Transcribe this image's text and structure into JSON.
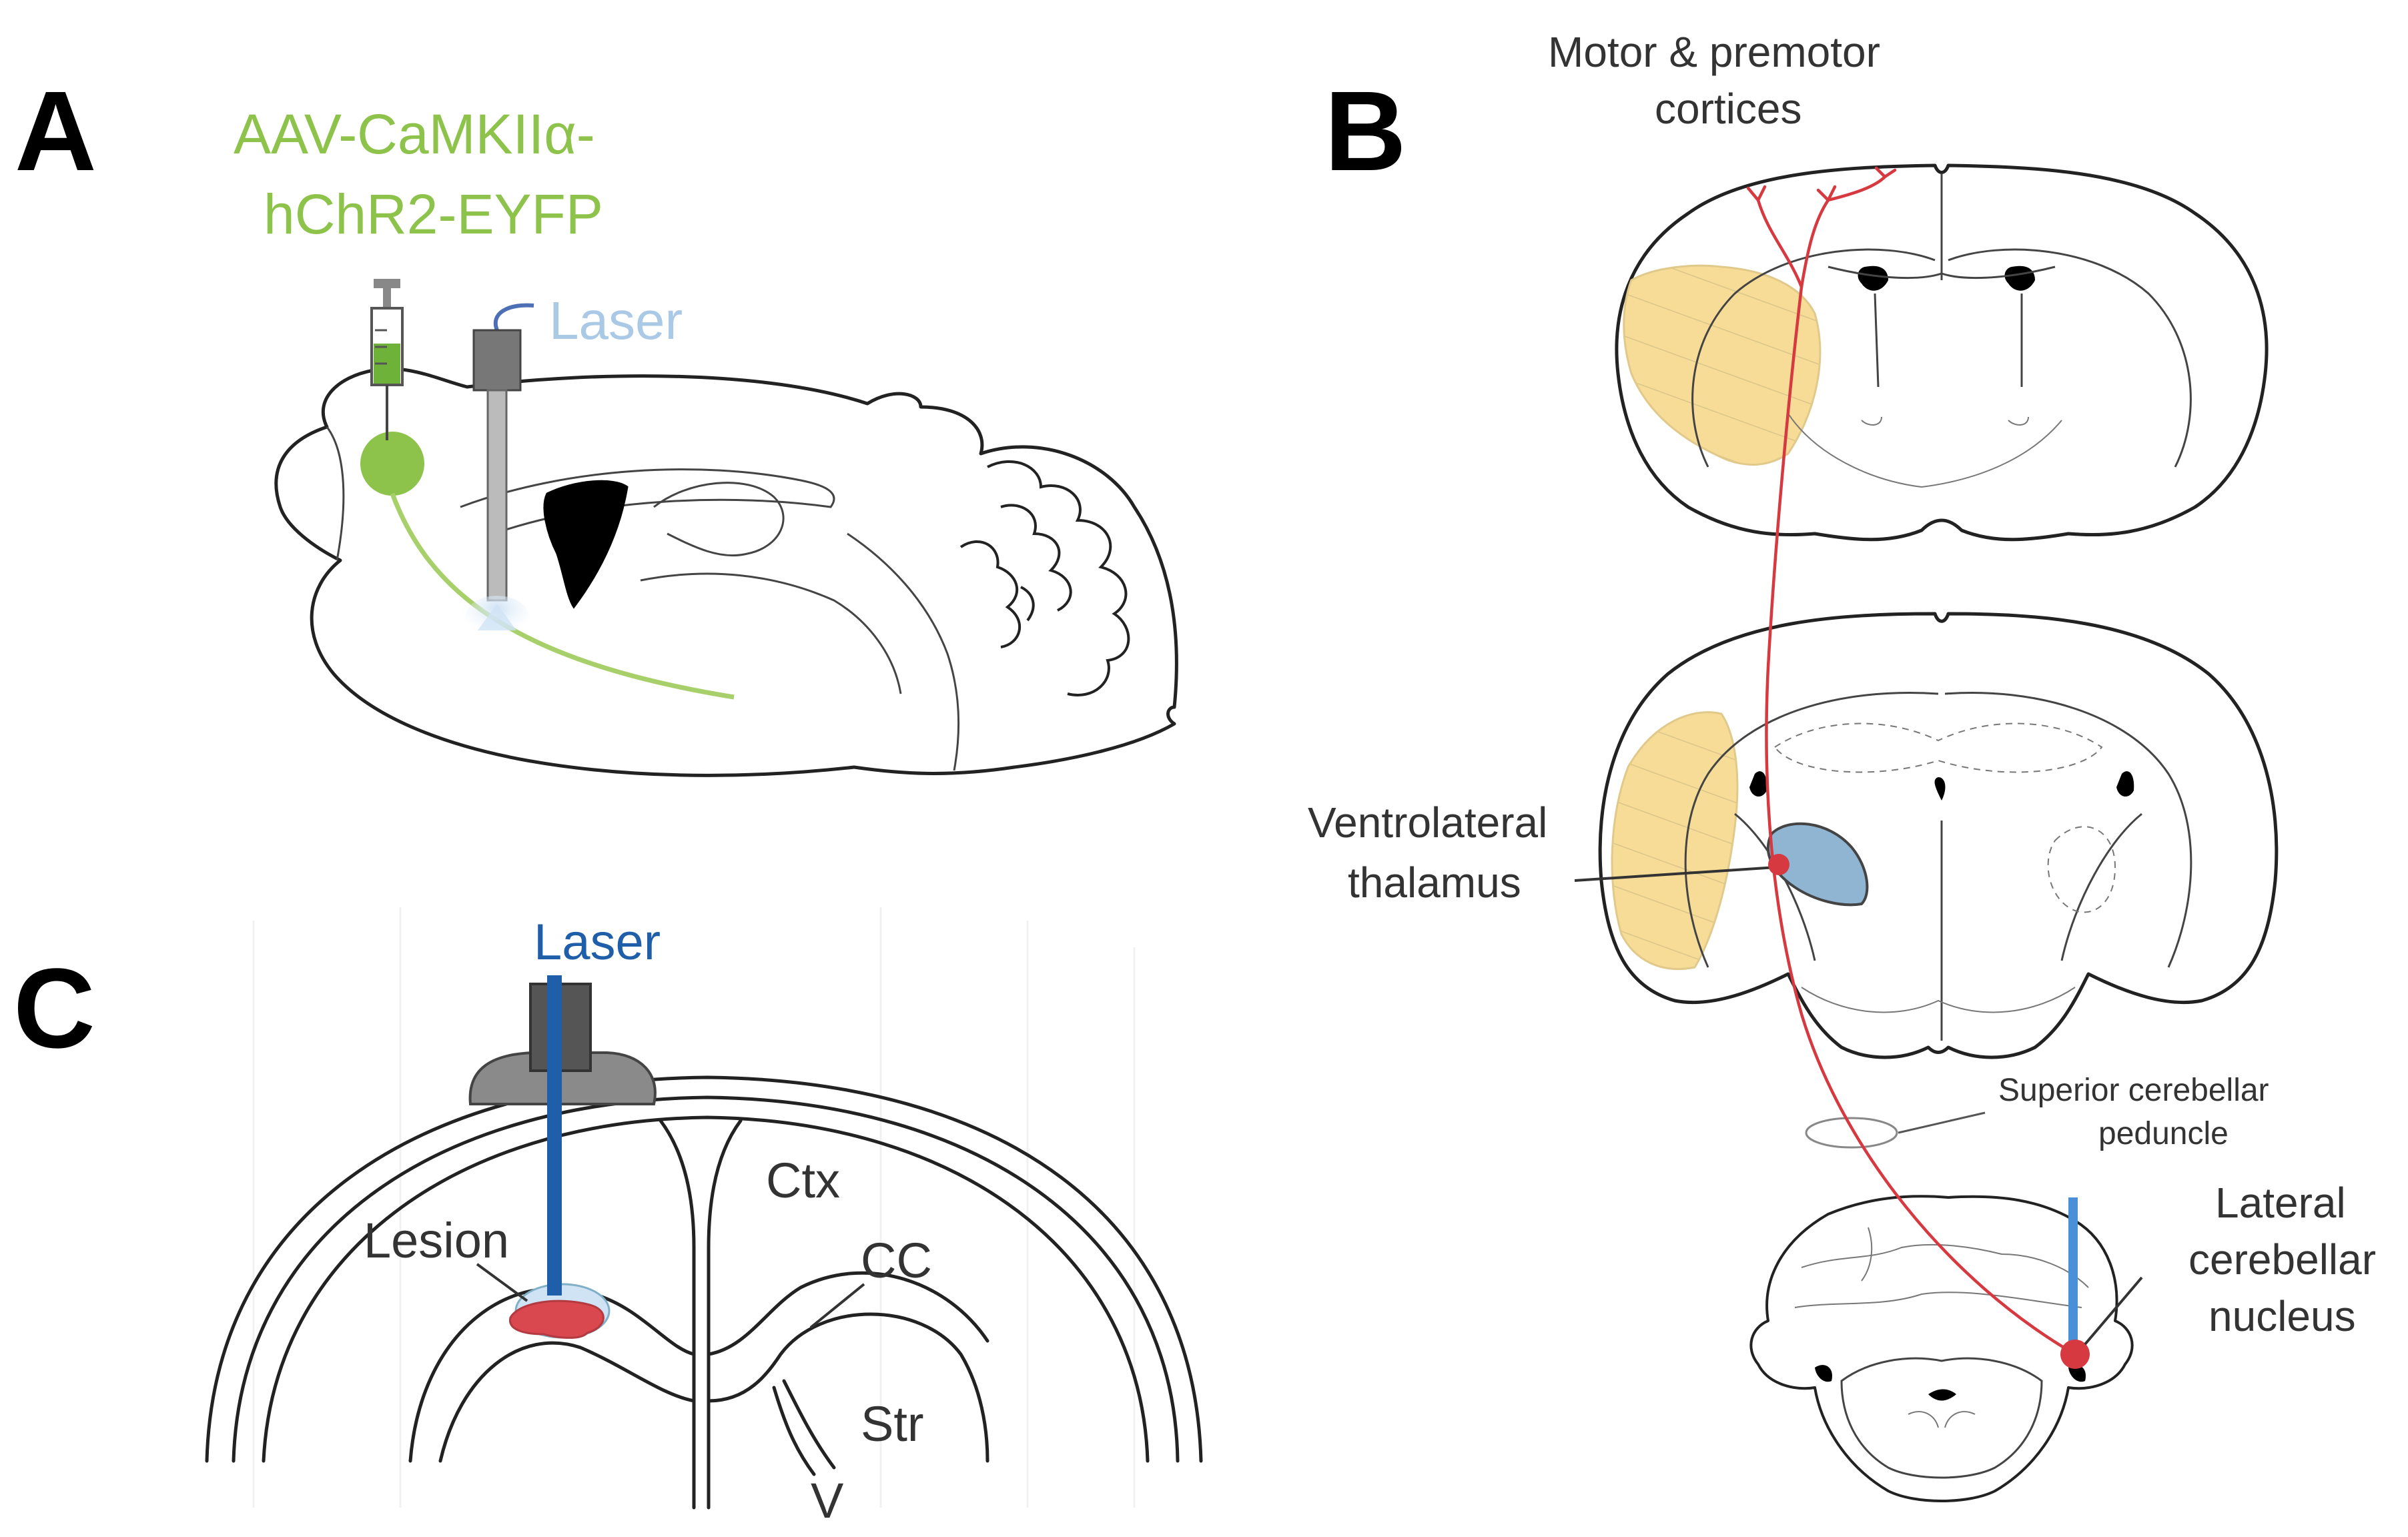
{
  "panels": {
    "a": {
      "letter": "A",
      "virus_line1": "AAV-CaMKIIα-",
      "virus_line2": "hChR2-EYFP",
      "laser": "Laser"
    },
    "b": {
      "letter": "B",
      "cortex_line1": "Motor & premotor",
      "cortex_line2": "cortices",
      "thalamus_line1": "Ventrolateral",
      "thalamus_line2": "thalamus",
      "peduncle_line1": "Superior cerebellar",
      "peduncle_line2": "peduncle",
      "nucleus_line1": "Lateral",
      "nucleus_line2": "cerebellar",
      "nucleus_line3": "nucleus"
    },
    "c": {
      "letter": "C",
      "laser": "Laser",
      "lesion": "Lesion",
      "ctx": "Ctx",
      "cc": "CC",
      "str": "Str",
      "v": "V"
    }
  },
  "colors": {
    "virus_green": "#8dc34a",
    "laser_light_blue": "#a9c9e6",
    "laser_dark_blue": "#1f5faa",
    "projection_red": "#d6393f",
    "target_yellow": "#f6dc96",
    "thalamus_blue": "#8fb5d3",
    "lesion_red": "#d9474f"
  }
}
